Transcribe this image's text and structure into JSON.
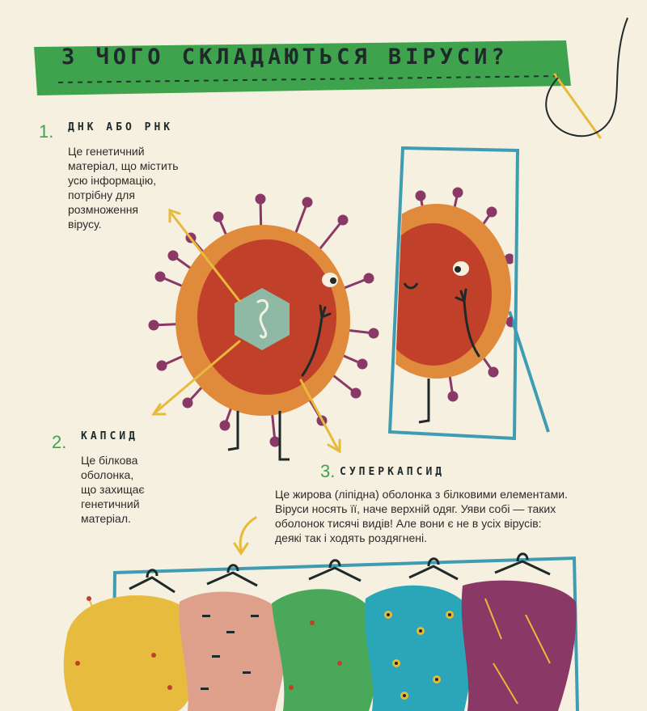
{
  "title": "З ЧОГО СКЛАДАЮТЬСЯ ВІРУСИ?",
  "sections": [
    {
      "number": "1.",
      "heading": "ДНК АБО РНК",
      "text": [
        "Це генетичний",
        "матеріал, що містить",
        "усю інформацію,",
        "потрібну для",
        "розмноження",
        "вірусу."
      ]
    },
    {
      "number": "2.",
      "heading": "КАПСИД",
      "text": [
        "Це білкова",
        "оболонка,",
        "що захищає",
        "генетичний",
        "матеріал."
      ]
    },
    {
      "number": "3.",
      "heading": "СУПЕРКАПСИД",
      "text": [
        "Це жирова (ліпідна) оболонка з білковими елементами.",
        "Віруси носять її, наче верхній одяг. Уяви собі — таких",
        "оболонок тисячі видів! Але вони є не в усіх вірусів:",
        "деякі так і ходять роздягнені."
      ]
    }
  ],
  "colors": {
    "background": "#f6f0e1",
    "banner": "#3fa34d",
    "virus_outer": "#e08a3c",
    "virus_inner": "#c1402a",
    "spikes": "#8a3866",
    "hexagon": "#8eb9a5",
    "mirror": "#3f9db3",
    "arrows": "#e8b93a"
  },
  "icons": [
    "needle-and-thread-icon",
    "virus-character",
    "mirror-reflection",
    "clothes-rack",
    "curved-arrow-icon"
  ]
}
